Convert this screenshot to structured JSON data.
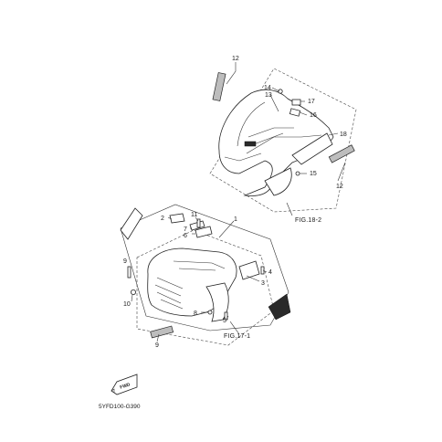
{
  "callouts": {
    "c1": "1",
    "c2": "2",
    "c3": "3",
    "c4": "4",
    "c5": "5",
    "c6": "6",
    "c7": "7",
    "c8": "8",
    "c9": "9",
    "c10": "10",
    "c11": "11",
    "c12a": "12",
    "c12b": "12",
    "c13": "13",
    "c14": "14",
    "c15": "15",
    "c16": "16",
    "c17": "17",
    "c18": "18"
  },
  "figure_refs": {
    "fig18": "FIG.18-2",
    "fig17": "FIG.17-1"
  },
  "arrow_label": "FWD",
  "diagram_code": "5YFD100-G390"
}
